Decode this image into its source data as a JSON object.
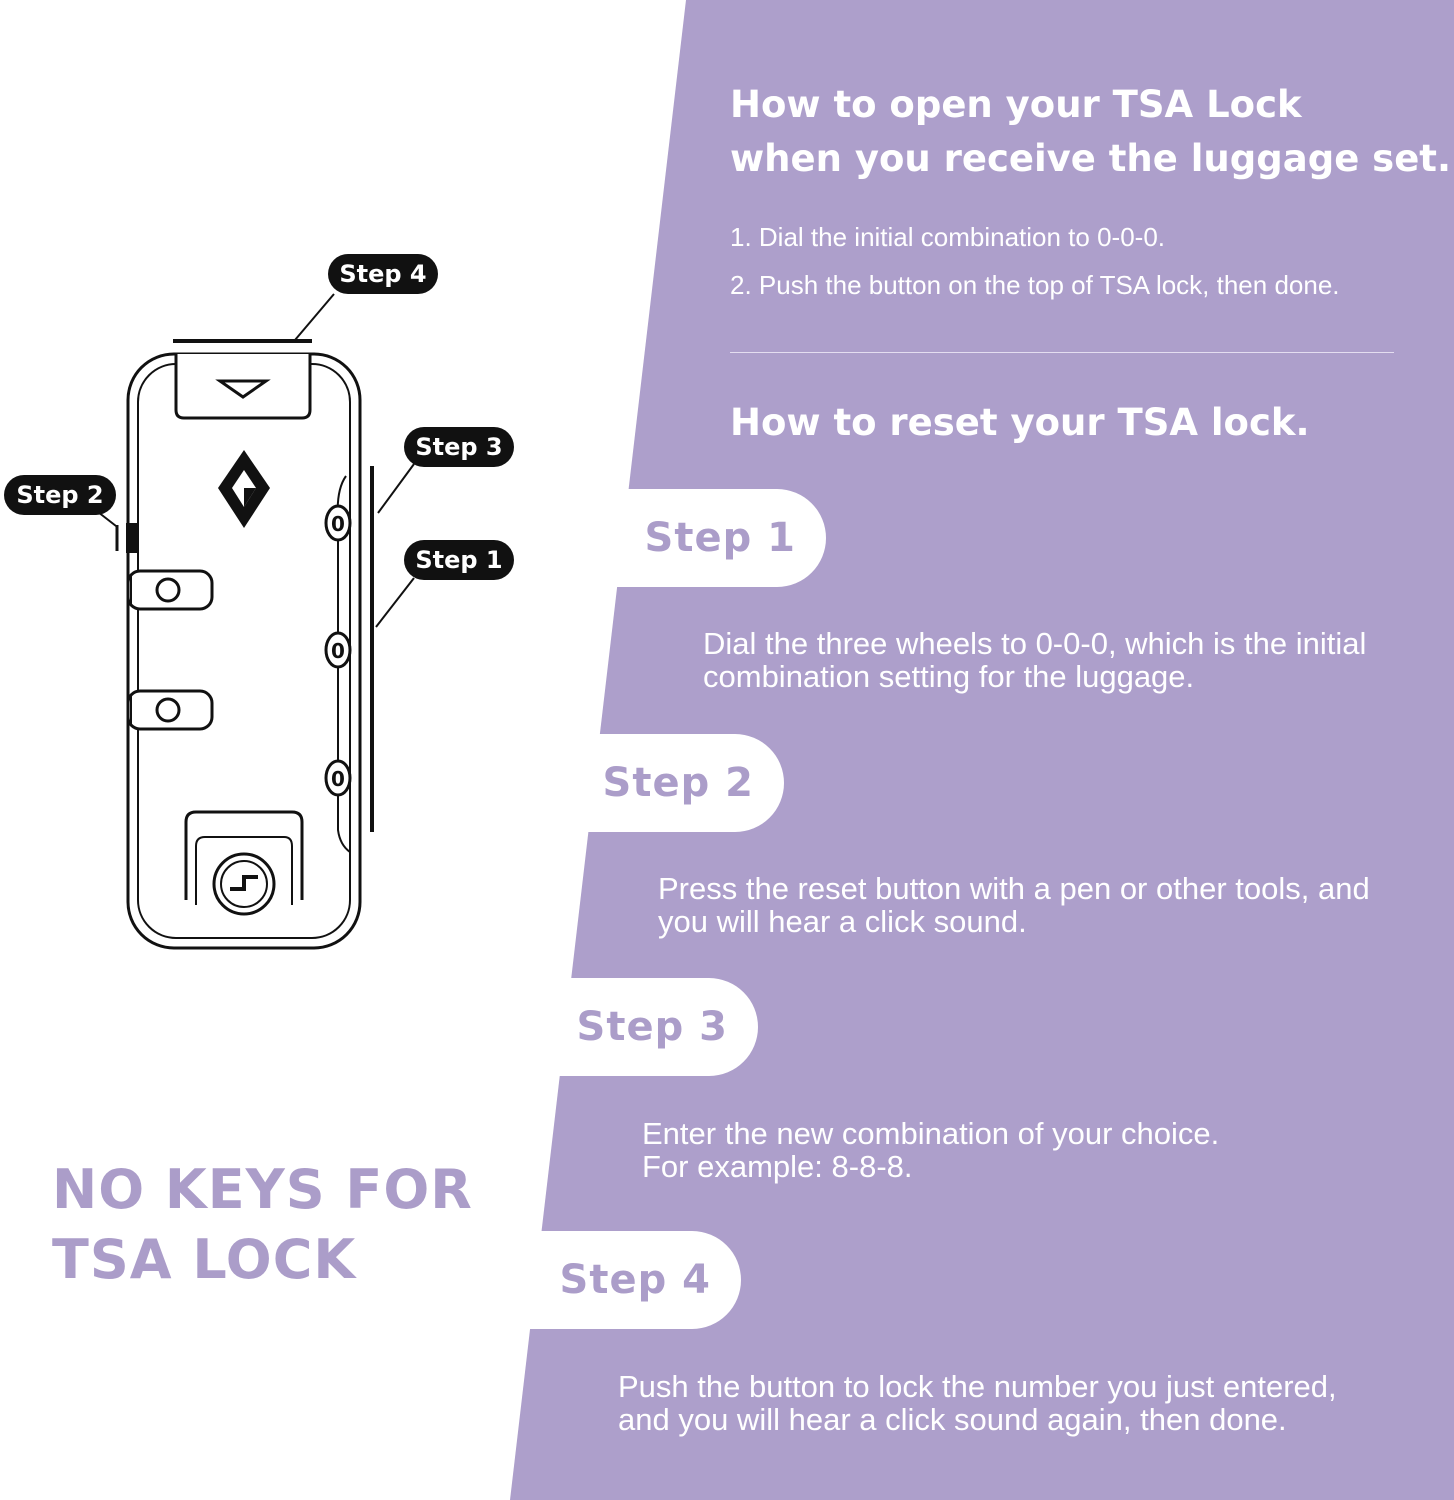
{
  "colors": {
    "accent": "#ad9fcb",
    "pill_text": "#ab9dc9",
    "white": "#ffffff",
    "ink": "#111111"
  },
  "open_section": {
    "title_line1": "How to open your TSA Lock",
    "title_line2": "when you receive the luggage set.",
    "instructions": [
      "1. Dial the initial combination to 0-0-0.",
      "2. Push the button on the top of TSA lock, then done."
    ]
  },
  "reset_section": {
    "title": "How to reset your TSA lock."
  },
  "steps": [
    {
      "label": "Step 1",
      "line1": "Dial the three wheels to 0-0-0, which is the initial",
      "line2": "combination setting for the luggage."
    },
    {
      "label": "Step 2",
      "line1": "Press the reset button with a pen or other tools, and",
      "line2": "you will hear a click sound."
    },
    {
      "label": "Step 3",
      "line1": "Enter the new combination of your choice.",
      "line2": "For example: 8-8-8."
    },
    {
      "label": "Step 4",
      "line1": "Push the button to lock the number you just entered,",
      "line2": "and you will hear a click sound again, then done."
    }
  ],
  "diagram": {
    "callouts": [
      "Step 4",
      "Step 3",
      "Step 2",
      "Step 1"
    ],
    "wheel_digit": "0",
    "icons": [
      "tsa-diamond-icon",
      "reset-button-icon",
      "release-button-icon"
    ]
  },
  "tagline": {
    "line1": "NO KEYS FOR",
    "line2": "TSA LOCK"
  }
}
